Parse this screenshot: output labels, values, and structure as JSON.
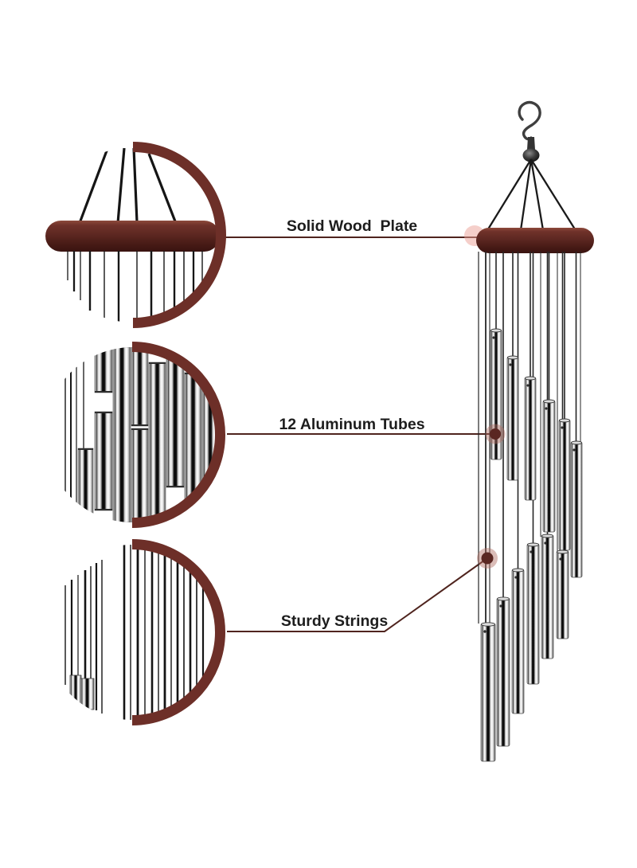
{
  "page": {
    "background": "#ffffff",
    "description": "Wind chime product feature callout diagram"
  },
  "annotations": [
    {
      "id": "plate",
      "label": "Solid Wood  Plate"
    },
    {
      "id": "tubes",
      "label": "12 Aluminum Tubes"
    },
    {
      "id": "strings",
      "label": "Sturdy Strings"
    }
  ],
  "detail_views": [
    {
      "id": "plate-closeup",
      "feature": "Solid Wood  Plate"
    },
    {
      "id": "tubes-closeup",
      "feature": "12 Aluminum Tubes"
    },
    {
      "id": "strings-closeup",
      "feature": "Sturdy Strings"
    }
  ],
  "chime": {
    "tube_count": 12
  },
  "colors": {
    "wood": "#5d2721",
    "ring": "#6d2f28",
    "leader_line": "#4f241e",
    "callout_dot": "#5a2722",
    "halo": "rgba(176,108,98,0.45)",
    "glow": "rgba(235,160,150,0.5)",
    "text": "#1d1d1d",
    "string": "#1c1c1c",
    "tube_highlight": "#ffffff",
    "tube_shadow": "#101010",
    "background": "#ffffff"
  }
}
